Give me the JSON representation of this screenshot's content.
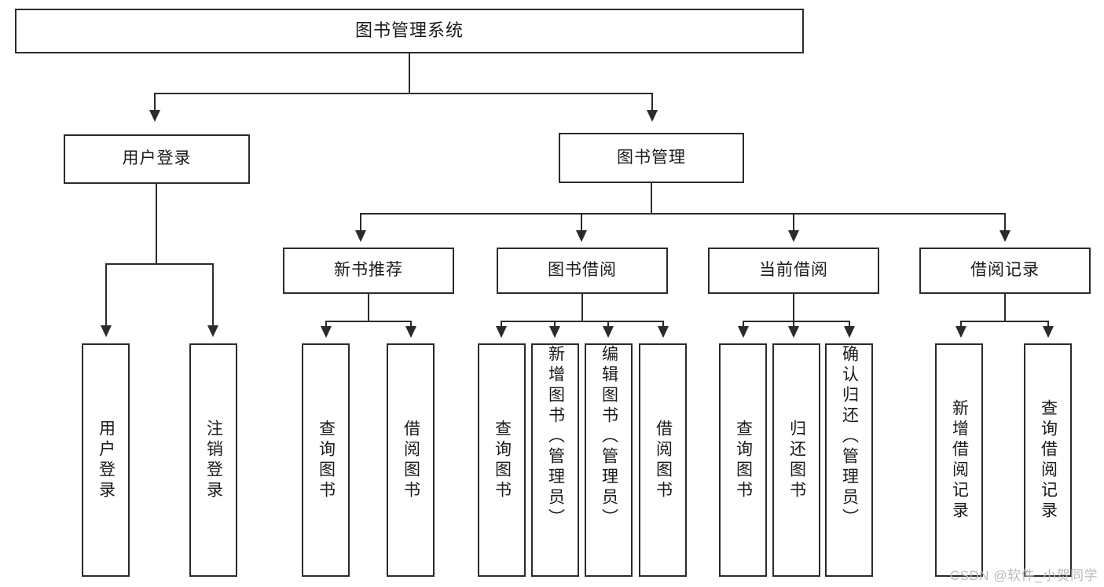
{
  "diagram": {
    "title": "图书管理系统",
    "type": "tree-hierarchy-chart",
    "root": {
      "label": "图书管理系统"
    },
    "level1": [
      {
        "label": "用户登录"
      },
      {
        "label": "图书管理"
      }
    ],
    "level2": [
      {
        "label": "新书推荐"
      },
      {
        "label": "图书借阅"
      },
      {
        "label": "当前借阅"
      },
      {
        "label": "借阅记录"
      }
    ],
    "leaves_user_login": [
      {
        "label": "用户登录"
      },
      {
        "label": "注销登录"
      }
    ],
    "leaves_new_book": [
      {
        "label": "查询图书"
      },
      {
        "label": "借阅图书"
      }
    ],
    "leaves_borrow": [
      {
        "label": "查询图书"
      },
      {
        "label": "新增图书（管理员）"
      },
      {
        "label": "编辑图书（管理员）"
      },
      {
        "label": "借阅图书"
      }
    ],
    "leaves_current": [
      {
        "label": "查询图书"
      },
      {
        "label": "归还图书"
      },
      {
        "label": "确认归还（管理员）"
      }
    ],
    "leaves_records": [
      {
        "label": "新增借阅记录"
      },
      {
        "label": "查询借阅记录"
      }
    ]
  },
  "watermark": {
    "text": "CSDN @软件_小贺同学"
  },
  "colors": {
    "stroke": "#2b2b2b",
    "background": "#ffffff",
    "text": "#1a1a1a",
    "watermark": "#b9b9b9"
  }
}
